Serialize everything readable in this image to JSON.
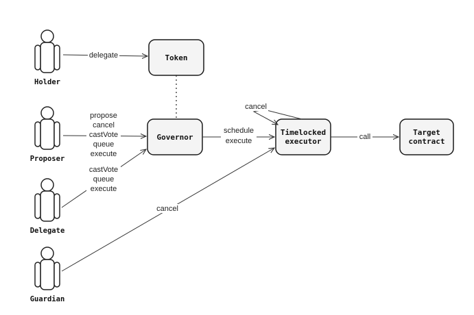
{
  "actors": {
    "holder": "Holder",
    "proposer": "Proposer",
    "delegate": "Delegate",
    "guardian": "Guardian"
  },
  "boxes": {
    "token": "Token",
    "governor": "Governor",
    "timelock": [
      "Timelocked",
      "executor"
    ],
    "target": [
      "Target",
      "contract"
    ]
  },
  "edges": {
    "holder_token": "delegate",
    "proposer_governor": [
      "propose",
      "cancel",
      "castVote",
      "queue",
      "execute"
    ],
    "delegate_governor": [
      "castVote",
      "queue",
      "execute"
    ],
    "governor_timelock": [
      "schedule",
      "execute"
    ],
    "timelock_self": "cancel",
    "guardian_timelock": "cancel",
    "timelock_target": "call"
  }
}
